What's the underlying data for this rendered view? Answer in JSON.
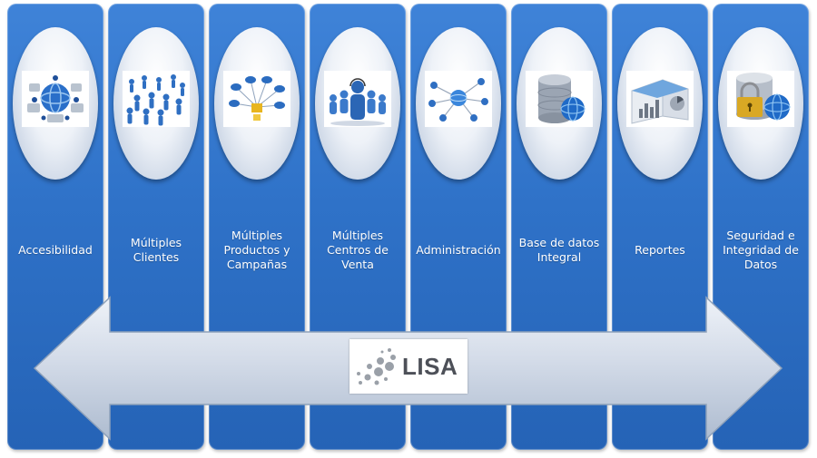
{
  "columns": [
    {
      "label": "Accesibilidad",
      "icon": "globe-network-icon"
    },
    {
      "label": "Múltiples Clientes",
      "icon": "people-crowd-icon"
    },
    {
      "label": "Múltiples Productos y Campañas",
      "icon": "product-network-icon"
    },
    {
      "label": "Múltiples Centros de Venta",
      "icon": "call-center-team-icon"
    },
    {
      "label": "Administración",
      "icon": "network-admin-icon"
    },
    {
      "label": "Base de datos Integral",
      "icon": "database-globe-icon"
    },
    {
      "label": "Reportes",
      "icon": "report-charts-icon"
    },
    {
      "label": "Seguridad e Integridad de Datos",
      "icon": "database-lock-icon"
    }
  ],
  "logo": {
    "text": "LISA",
    "icon": "lisa-dots-logo"
  },
  "colors": {
    "column": "#2f72c8",
    "arrow": "#c8d3e3",
    "logo_text": "#4d5058"
  }
}
